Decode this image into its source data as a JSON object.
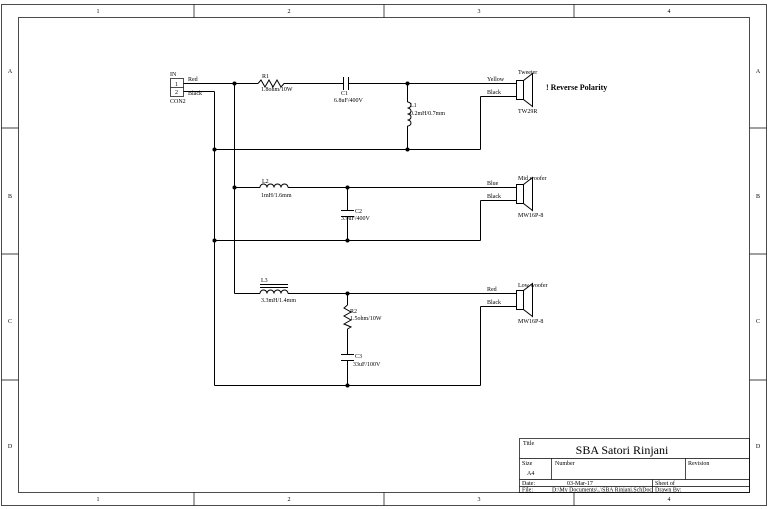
{
  "border": {
    "col_labels": [
      "1",
      "2",
      "3",
      "4"
    ],
    "row_labels": [
      "A",
      "B",
      "C",
      "D"
    ]
  },
  "connector": {
    "label": "IN",
    "pin1": "1",
    "pin2": "2",
    "ref": "CON2",
    "wire_pos": "Red",
    "wire_neg": "Black"
  },
  "tweeter_branch": {
    "r1_ref": "R1",
    "r1_value": "1.8ohm/10W",
    "c1_ref": "C1",
    "c1_value": "6.8uF/400V",
    "l1_ref": "L1",
    "l1_value": "0.2mH/0.7mm",
    "wire_pos": "Yellow",
    "wire_neg": "Black",
    "speaker_name": "Tweeter",
    "speaker_model": "TW29R",
    "note": "! Reverse Polarity"
  },
  "mid_branch": {
    "l2_ref": "L2",
    "l2_value": "1mH/1.6mm",
    "c2_ref": "C2",
    "c2_value": "3.9uF/400V",
    "wire_pos": "Blue",
    "wire_neg": "Black",
    "speaker_name": "Mid woofer",
    "speaker_model": "MW16P-8"
  },
  "low_branch": {
    "l3_ref": "L3",
    "l3_value": "3.3mH/1.4mm",
    "r2_ref": "R2",
    "r2_value": "1.5ohm/10W",
    "c3_ref": "C3",
    "c3_value": "33uF/100V",
    "wire_pos": "Red",
    "wire_neg": "Black",
    "speaker_name": "Low woofer",
    "speaker_model": "MW16P-8"
  },
  "title_block": {
    "title_label": "Title",
    "title": "SBA Satori Rinjani",
    "size_label": "Size",
    "size": "A4",
    "number_label": "Number",
    "revision_label": "Revision",
    "date_label": "Date:",
    "date": "03-Mar-17",
    "sheet_label": "Sheet    of",
    "file_label": "File:",
    "file": "D:\\My Documents\\..\\SBA Rinjani.SchDoc",
    "drawn_label": "Drawn By:"
  }
}
